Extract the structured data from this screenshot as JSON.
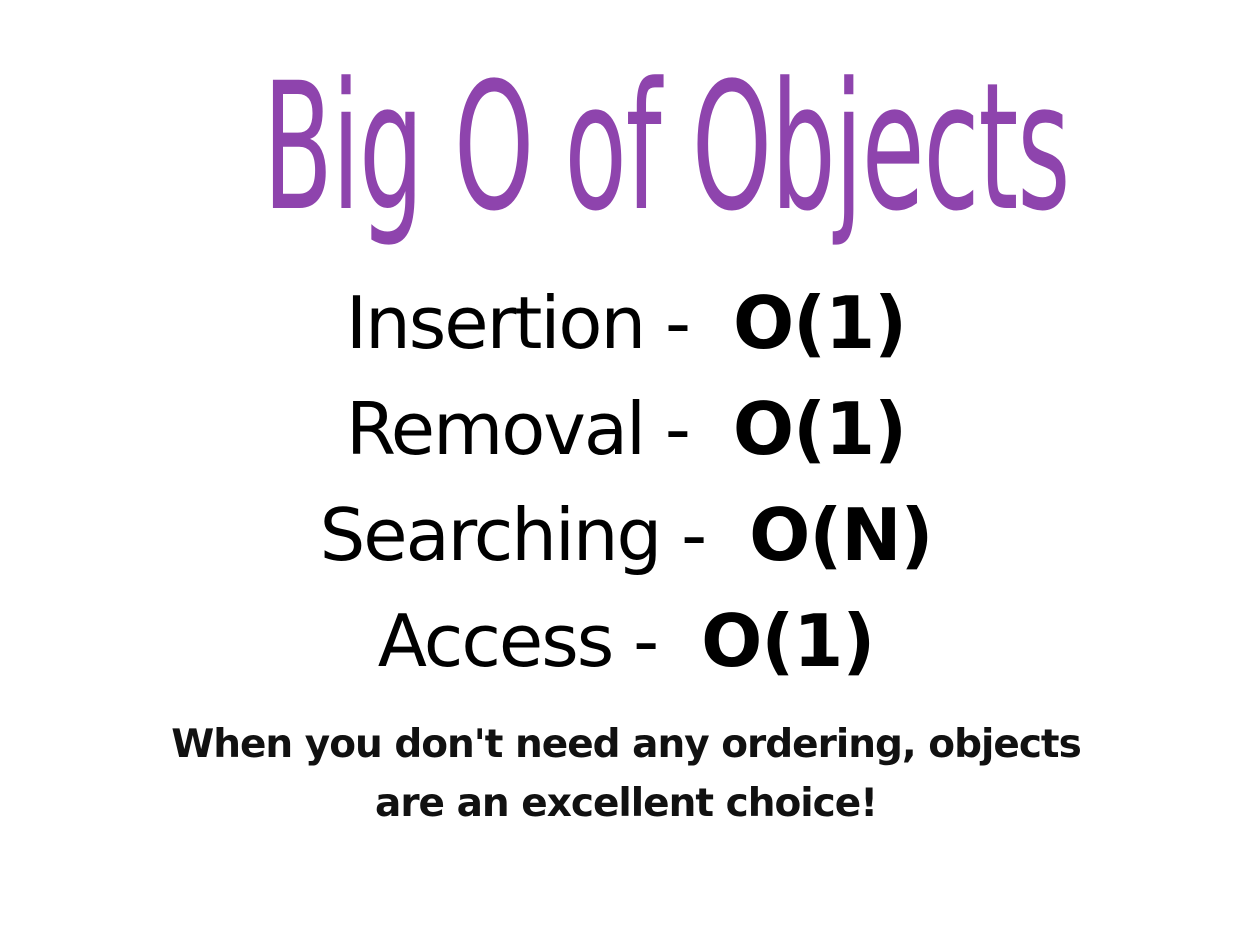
{
  "title": {
    "text": "Big O of Objects",
    "color": "#8e44ad"
  },
  "rows": [
    {
      "label": "Insertion -",
      "value": "O(1)"
    },
    {
      "label": "Removal -",
      "value": "O(1)"
    },
    {
      "label": "Searching -",
      "value": "O(N)"
    },
    {
      "label": "Access -",
      "value": "O(1)"
    }
  ],
  "note": {
    "line1": "When you don't need any ordering, objects",
    "line2": "are an excellent choice!"
  }
}
